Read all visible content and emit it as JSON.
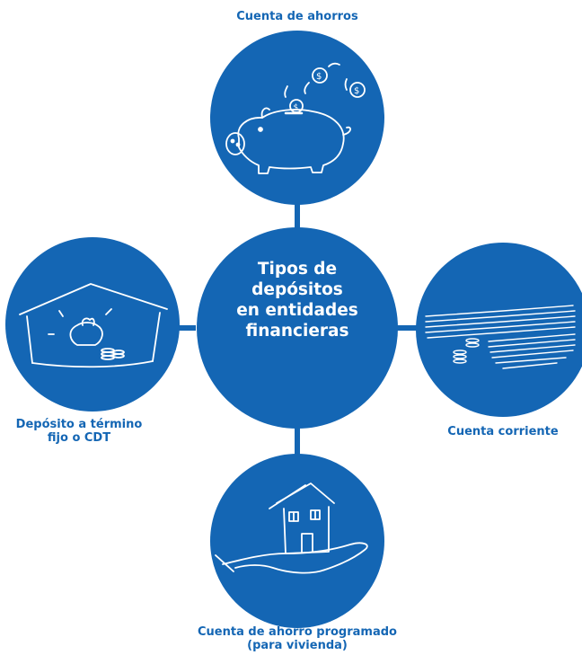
{
  "colors": {
    "circle_fill": "#1466b4",
    "label_text": "#1466b4",
    "illustration_stroke": "#ffffff"
  },
  "center": {
    "lines": [
      "Tipos de",
      "depósitos",
      "en entidades",
      "financieras"
    ]
  },
  "nodes": {
    "top": {
      "label_lines": [
        "Cuenta de ahorros"
      ],
      "icon": "piggy-bank-with-coins"
    },
    "left": {
      "label_lines": [
        "Depósito a término",
        "fijo o CDT"
      ],
      "icon": "money-bag-under-roof"
    },
    "right": {
      "label_lines": [
        "Cuenta corriente"
      ],
      "icon": "stacks-of-banknotes"
    },
    "bottom": {
      "label_lines": [
        "Cuenta de ahorro programado",
        "(para vivienda)"
      ],
      "icon": "house-on-hand"
    }
  }
}
